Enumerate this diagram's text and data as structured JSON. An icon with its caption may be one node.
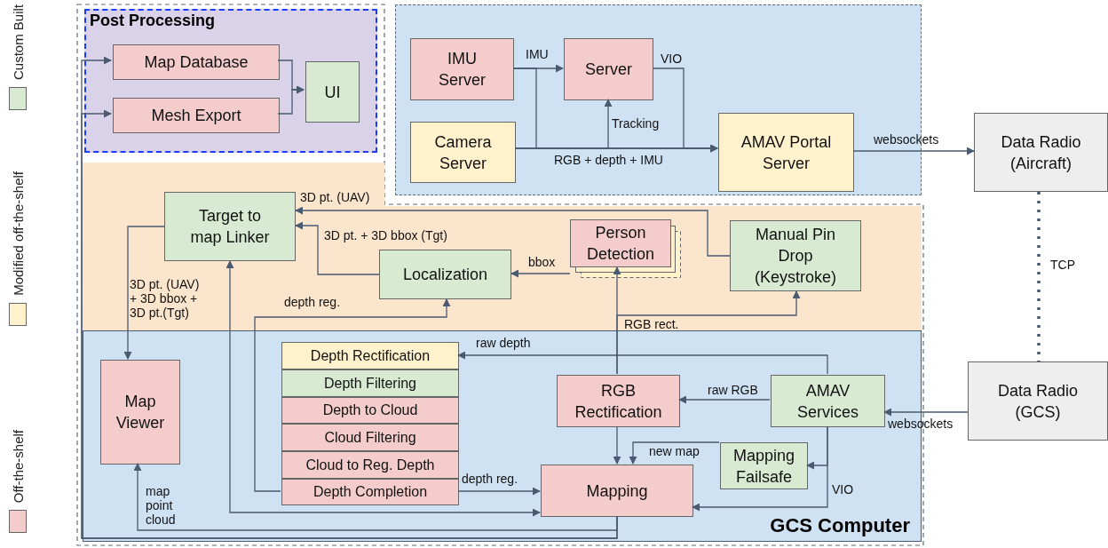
{
  "diagram": {
    "nodes": [
      {
        "text": [
          "Post Processing"
        ]
      },
      {
        "text": [
          "Map Database"
        ],
        "in": 0
      },
      {
        "text": [
          "Mesh Export"
        ],
        "in": 0
      },
      {
        "text": [
          "UI"
        ],
        "in": 0
      },
      {
        "text": [],
        "shape": "box"
      },
      {
        "text": [
          "IMU Server"
        ],
        "in": 4
      },
      {
        "text": [
          "Server"
        ],
        "in": 4
      },
      {
        "text": [
          "Camera Server"
        ],
        "in": 4
      },
      {
        "text": [
          "AMAV Portal Server"
        ],
        "in": 4
      },
      {
        "text": [
          "Data Radio (Aircraft)"
        ]
      },
      {
        "text": [],
        "shape": "band"
      },
      {
        "text": [
          "Target to map Linker"
        ],
        "in": 10
      },
      {
        "text": [
          "Localization"
        ],
        "in": 10
      },
      {
        "text": [
          "Person Detection"
        ],
        "in": 10
      },
      {
        "text": [
          "Manual Pin Drop (Keystroke)"
        ],
        "in": 10
      },
      {
        "text": [
          "GCS Computer"
        ]
      },
      {
        "text": [
          "Map Viewer"
        ],
        "in": 15
      },
      {
        "text": [
          "Depth Rectification"
        ],
        "in": 15
      },
      {
        "text": [
          "Depth Filtering"
        ],
        "in": 15
      },
      {
        "text": [
          "Depth to Cloud"
        ],
        "in": 15
      },
      {
        "text": [
          "Cloud Filtering"
        ],
        "in": 15
      },
      {
        "text": [
          "Cloud to Reg. Depth"
        ],
        "in": 15
      },
      {
        "text": [
          "Depth Completion"
        ],
        "in": 15
      },
      {
        "text": [
          "RGB Rectification"
        ],
        "in": 15
      },
      {
        "text": [
          "AMAV Services"
        ],
        "in": 15
      },
      {
        "text": [
          "Mapping Failsafe"
        ],
        "in": 15
      },
      {
        "text": [
          "Mapping"
        ],
        "in": 15
      },
      {
        "text": [
          "Data Radio (GCS)"
        ]
      }
    ],
    "edges": [
      {
        "from": 26,
        "to": 1,
        "arrow": "to"
      },
      {
        "from": 26,
        "to": 2,
        "arrow": "to"
      },
      {
        "from": 1,
        "to": 3,
        "arrow": "to"
      },
      {
        "from": 2,
        "to": 3,
        "arrow": "to"
      },
      {
        "from": 5,
        "to": 6,
        "arrow": "to",
        "label": "IMU"
      },
      {
        "from": 5,
        "to": 8,
        "arrow": "to"
      },
      {
        "from": 7,
        "to": 8,
        "arrow": "to",
        "label": "RGB + depth + IMU"
      },
      {
        "from": 7,
        "to": 6,
        "arrow": "to",
        "label": "Tracking"
      },
      {
        "from": 6,
        "to": 8,
        "arrow": "to",
        "label": "VIO"
      },
      {
        "from": 8,
        "to": 9,
        "arrow": "to",
        "label": "websockets"
      },
      {
        "from": 9,
        "to": 27,
        "arrow": "none",
        "label": "TCP",
        "style": "dashed"
      },
      {
        "from": 27,
        "to": 24,
        "arrow": "to",
        "label": "websockets"
      },
      {
        "from": 14,
        "to": 11,
        "arrow": "to",
        "label": "3D pt. (UAV)"
      },
      {
        "from": 12,
        "to": 11,
        "arrow": "to",
        "label": "3D pt. + 3D bbox (Tgt)"
      },
      {
        "from": 13,
        "to": 12,
        "arrow": "to",
        "label": "bbox"
      },
      {
        "from": 11,
        "to": 16,
        "arrow": "to",
        "label": "3D pt. (UAV) + 3D bbox + 3D pt.(Tgt)"
      },
      {
        "from": 22,
        "to": 12,
        "arrow": "to",
        "label": "depth reg."
      },
      {
        "from": 22,
        "to": 26,
        "arrow": "to",
        "label": "depth reg."
      },
      {
        "from": 24,
        "to": 17,
        "arrow": "to",
        "label": "raw depth"
      },
      {
        "from": 24,
        "to": 23,
        "arrow": "to",
        "label": "raw RGB"
      },
      {
        "from": 23,
        "to": 13,
        "arrow": "to",
        "label": "RGB rect."
      },
      {
        "from": 23,
        "to": 14,
        "arrow": "to"
      },
      {
        "from": 23,
        "to": 26,
        "arrow": "to"
      },
      {
        "from": 24,
        "to": 25,
        "arrow": "to"
      },
      {
        "from": 25,
        "to": 26,
        "arrow": "to",
        "label": "new map"
      },
      {
        "from": 24,
        "to": 26,
        "arrow": "to",
        "label": "VIO"
      },
      {
        "from": 11,
        "to": 26,
        "arrow": "both"
      },
      {
        "from": 26,
        "to": 16,
        "arrow": "to",
        "label": "map point cloud"
      }
    ],
    "legend": [
      {
        "text": "Custom Built",
        "color": "#d9ead3"
      },
      {
        "text": "Modified off-the-shelf",
        "color": "#fff2cc"
      },
      {
        "text": "Off-the-shelf",
        "color": "#f4cccc"
      }
    ]
  }
}
